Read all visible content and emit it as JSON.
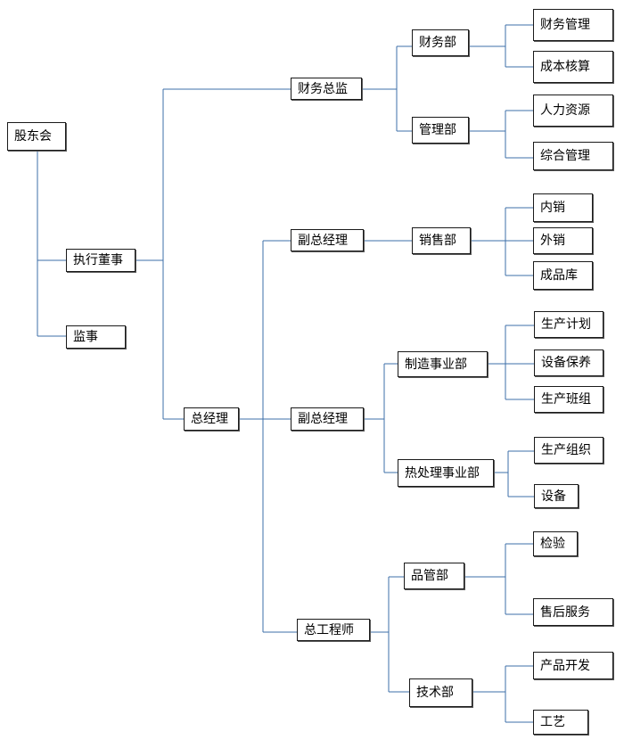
{
  "org_chart": {
    "nodes": {
      "shareholders": "股东会",
      "executive_director": "执行董事",
      "supervisor": "监事",
      "finance_director": "财务总监",
      "general_manager": "总经理",
      "finance_dept": "财务部",
      "management_dept": "管理部",
      "financial_management": "财务管理",
      "cost_accounting": "成本核算",
      "human_resources": "人力资源",
      "general_management": "综合管理",
      "deputy_gm_sales": "副总经理",
      "sales_dept": "销售部",
      "domestic_sales": "内销",
      "export_sales": "外销",
      "finished_goods": "成品库",
      "deputy_gm_manufacturing": "副总经理",
      "manufacturing_division": "制造事业部",
      "heat_treatment_division": "热处理事业部",
      "production_planning": "生产计划",
      "equipment_maintenance": "设备保养",
      "production_team": "生产班组",
      "production_organization": "生产组织",
      "equipment": "设备",
      "chief_engineer": "总工程师",
      "quality_dept": "品管部",
      "technical_dept": "技术部",
      "inspection": "检验",
      "after_sales_service": "售后服务",
      "product_development": "产品开发",
      "process": "工艺"
    },
    "connector_color": "#3d6fa8",
    "border_color": "#1a1a1a"
  }
}
